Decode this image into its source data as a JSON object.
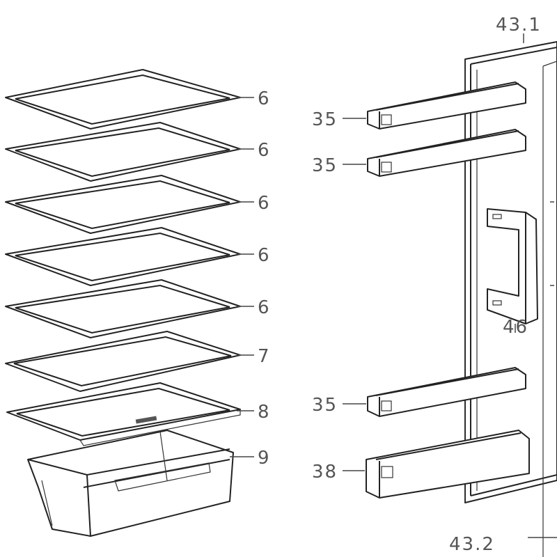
{
  "labels": {
    "shelf_1": "6",
    "shelf_2": "6",
    "shelf_3": "6",
    "shelf_4": "6",
    "shelf_5": "6",
    "shelf_glass": "7",
    "crisper_cover": "8",
    "crisper_drawer": "9",
    "door_gasket_top": "43.1",
    "door_gasket_bottom": "43.2",
    "door_bin_1": "35",
    "door_bin_2": "35",
    "door_bin_3": "35",
    "door_bin_large": "38",
    "door_handle": "46"
  }
}
